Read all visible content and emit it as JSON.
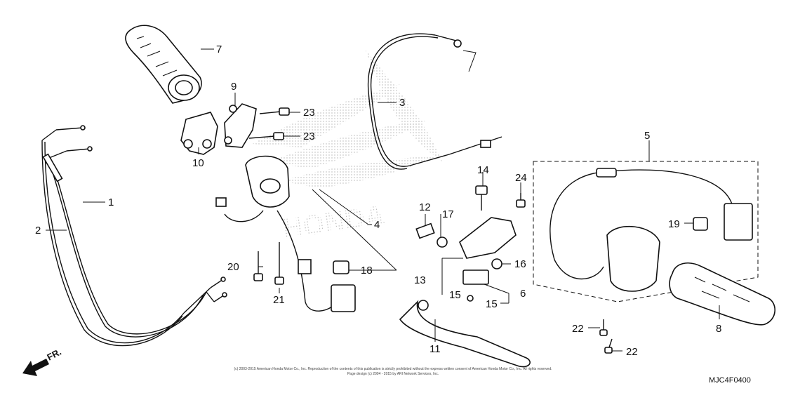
{
  "diagram_title": "",
  "watermark_text": "HONDA",
  "direction_label": "FR.",
  "diagram_code": "MJC4F0400",
  "copyright_line1": "(c) 2003-2015 American Honda Motor Co., Inc. Reproduction of the contents of this publication is strictly prohibited without the express written consent of American Honda Motor Co., Inc. All rights reserved.",
  "copyright_line2": "Page design (c) 2004 - 2015 by ARI Network Services, Inc.",
  "callouts": [
    {
      "id": "c1",
      "label": "1"
    },
    {
      "id": "c2",
      "label": "2"
    },
    {
      "id": "c3",
      "label": "3"
    },
    {
      "id": "c4",
      "label": "4"
    },
    {
      "id": "c5",
      "label": "5"
    },
    {
      "id": "c6",
      "label": "6"
    },
    {
      "id": "c7",
      "label": "7"
    },
    {
      "id": "c8",
      "label": "8"
    },
    {
      "id": "c9",
      "label": "9"
    },
    {
      "id": "c10",
      "label": "10"
    },
    {
      "id": "c11",
      "label": "11"
    },
    {
      "id": "c12",
      "label": "12"
    },
    {
      "id": "c13",
      "label": "13"
    },
    {
      "id": "c14",
      "label": "14"
    },
    {
      "id": "c15a",
      "label": "15"
    },
    {
      "id": "c15b",
      "label": "15"
    },
    {
      "id": "c16",
      "label": "16"
    },
    {
      "id": "c17",
      "label": "17"
    },
    {
      "id": "c18",
      "label": "18"
    },
    {
      "id": "c19",
      "label": "19"
    },
    {
      "id": "c20",
      "label": "20"
    },
    {
      "id": "c21",
      "label": "21"
    },
    {
      "id": "c22a",
      "label": "22"
    },
    {
      "id": "c22b",
      "label": "22"
    },
    {
      "id": "c23a",
      "label": "23"
    },
    {
      "id": "c23b",
      "label": "23"
    },
    {
      "id": "c24",
      "label": "24"
    }
  ]
}
